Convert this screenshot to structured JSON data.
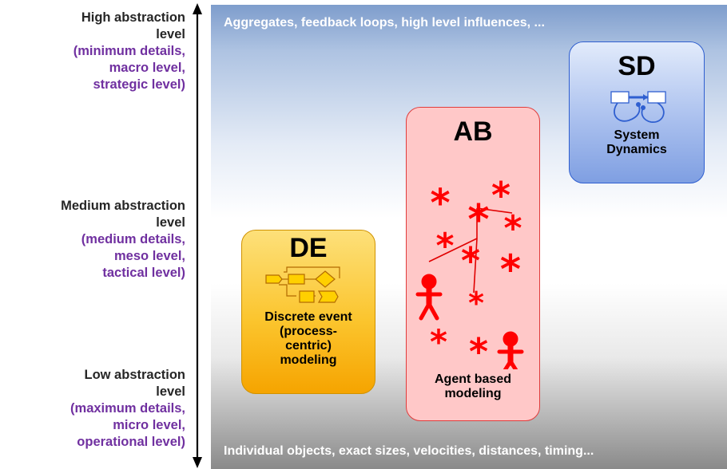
{
  "levels": {
    "high": {
      "title_1": "High abstraction",
      "title_2": "level",
      "detail_1": "(minimum details,",
      "detail_2": "macro level,",
      "detail_3": "strategic level)"
    },
    "medium": {
      "title_1": "Medium abstraction",
      "title_2": "level",
      "detail_1": "(medium details,",
      "detail_2": "meso level,",
      "detail_3": "tactical level)"
    },
    "low": {
      "title_1": "Low abstraction",
      "title_2": "level",
      "detail_1": "(maximum details,",
      "detail_2": "micro level,",
      "detail_3": "operational level)"
    }
  },
  "banners": {
    "top": "Aggregates,  feedback loops, high level influences, ...",
    "bottom": "Individual objects, exact sizes, velocities, distances, timing..."
  },
  "approaches": {
    "de": {
      "abbr": "DE",
      "desc_1": "Discrete event",
      "desc_2": "(process-",
      "desc_3": "centric)",
      "desc_4": "modeling",
      "icon": "process-flowchart-icon"
    },
    "ab": {
      "abbr": "AB",
      "desc_1": "Agent based",
      "desc_2": "modeling",
      "icon": "agents-network-icon"
    },
    "sd": {
      "abbr": "SD",
      "desc_1": "System",
      "desc_2": "Dynamics",
      "icon": "stock-flow-icon"
    }
  },
  "colors": {
    "purple_text": "#7030a0",
    "de_fill": "#fbc52e",
    "ab_fill": "#ffc8c8",
    "sd_fill": "#aac0ee",
    "agent_red": "#ff0000"
  }
}
